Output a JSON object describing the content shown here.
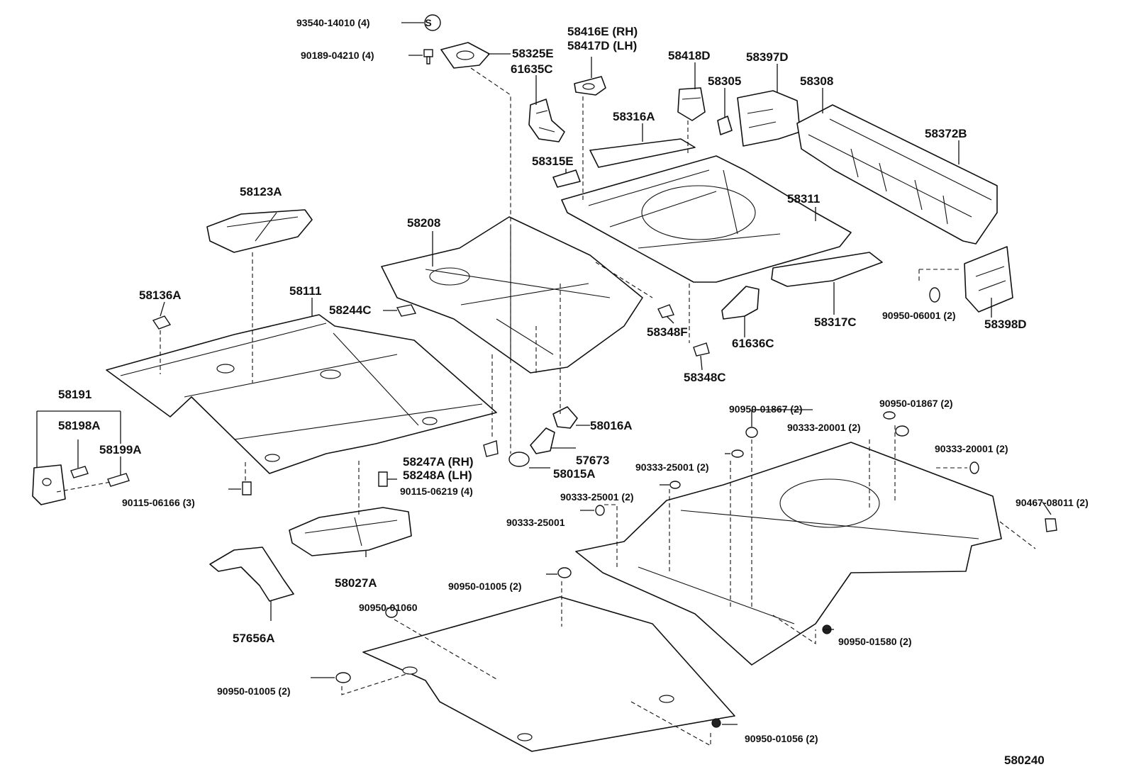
{
  "diagram_id": "580240",
  "labels": {
    "p93540": "93540-14010 (4)",
    "s_symbol": "S",
    "p90189": "90189-04210 (4)",
    "p58325E": "58325E",
    "p58416E": "58416E (RH)",
    "p58417D": "58417D (LH)",
    "p61635C": "61635C",
    "p58418D": "58418D",
    "p58397D": "58397D",
    "p58305": "58305",
    "p58308": "58308",
    "p58316A": "58316A",
    "p58372B": "58372B",
    "p58315E": "58315E",
    "p58123A": "58123A",
    "p58311": "58311",
    "p58208": "58208",
    "p58136A": "58136A",
    "p58111": "58111",
    "p58244C": "58244C",
    "p58348F": "58348F",
    "p61636C": "61636C",
    "p58317C": "58317C",
    "p90950_06001": "90950-06001 (2)",
    "p58398D": "58398D",
    "p58348C": "58348C",
    "p58191": "58191",
    "p58198A": "58198A",
    "p58199A": "58199A",
    "p58016A": "58016A",
    "p90950_01867a": "90950-01867 (2)",
    "p90950_01867b": "90950-01867 (2)",
    "p90333_20001a": "90333-20001 (2)",
    "p90333_20001b": "90333-20001 (2)",
    "p57673": "57673",
    "p58247A": "58247A (RH)",
    "p58248A": "58248A (LH)",
    "p58015A": "58015A",
    "p90333_25001a": "90333-25001 (2)",
    "p90333_25001b": "90333-25001 (2)",
    "p90333_25001c": "90333-25001",
    "p90115_06166": "90115-06166 (3)",
    "p90115_06219": "90115-06219 (4)",
    "p90467_08011": "90467-08011 (2)",
    "p58027A": "58027A",
    "p90950_01005a": "90950-01005 (2)",
    "p90950_01060": "90950-01060",
    "p57656A": "57656A",
    "p90950_01580": "90950-01580 (2)",
    "p90950_01005b": "90950-01005 (2)",
    "p90950_01056": "90950-01056 (2)"
  }
}
